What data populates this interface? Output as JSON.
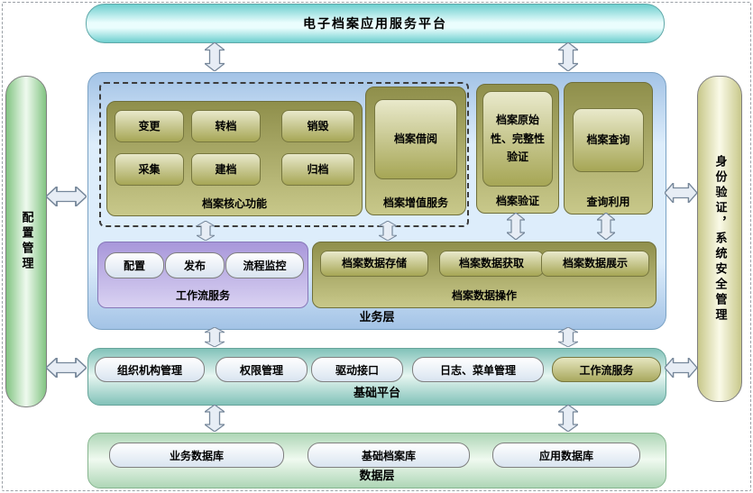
{
  "top_bar": {
    "label": "电子档案应用服务平台"
  },
  "side_left": {
    "label": "配置管理"
  },
  "side_right": {
    "label": "身份验证，系统安全管理"
  },
  "business": {
    "layer_label": "业务层",
    "core": {
      "label": "档案核心功能",
      "buttons": [
        "变更",
        "转档",
        "销毁",
        "采集",
        "建档",
        "归档"
      ]
    },
    "value_added": {
      "label": "档案增值服务",
      "button": "档案借阅"
    },
    "verify": {
      "label": "档案验证",
      "button": "档案原始性、完整性验证"
    },
    "query": {
      "label": "查询利用",
      "button": "档案查询"
    },
    "workflow": {
      "label": "工作流服务",
      "buttons": [
        "配置",
        "发布",
        "流程监控"
      ]
    },
    "data_ops": {
      "label": "档案数据操作",
      "buttons": [
        "档案数据存储",
        "档案数据获取",
        "档案数据展示"
      ]
    }
  },
  "base_platform": {
    "label": "基础平台",
    "buttons": [
      "组织机构管理",
      "权限管理",
      "驱动接口",
      "日志、菜单管理",
      "工作流服务"
    ]
  },
  "data_layer": {
    "label": "数据层",
    "buttons": [
      "业务数据库",
      "基础档案库",
      "应用数据库"
    ]
  },
  "colors": {
    "top_edge": "#6ecfcf",
    "top_center": "#eafdfd",
    "left_edge": "#82c482",
    "left_center": "#effaef",
    "right_edge": "#c8c88a",
    "right_center": "#fafae8",
    "biz_edge": "#a3c3e6",
    "biz_center": "#ddedfb",
    "grp_dark": "#8f8f4b",
    "grp_light": "#c8c88a",
    "btn_light": "#e9e9cb",
    "btn_dark": "#a6a655",
    "pur_top": "#a897da",
    "pur_bot": "#d9d2f2",
    "pill_bot": "#d9e4f0",
    "olive_pill_light": "#e6e6c0",
    "olive_pill_dark": "#a8a85e",
    "base_edge": "#82c2b9",
    "base_center": "#e7f6f1",
    "data_edge": "#aed6b6",
    "data_center": "#f0faf0",
    "arrow_fill": "#e7edf5",
    "arrow_stroke": "#76879a"
  }
}
